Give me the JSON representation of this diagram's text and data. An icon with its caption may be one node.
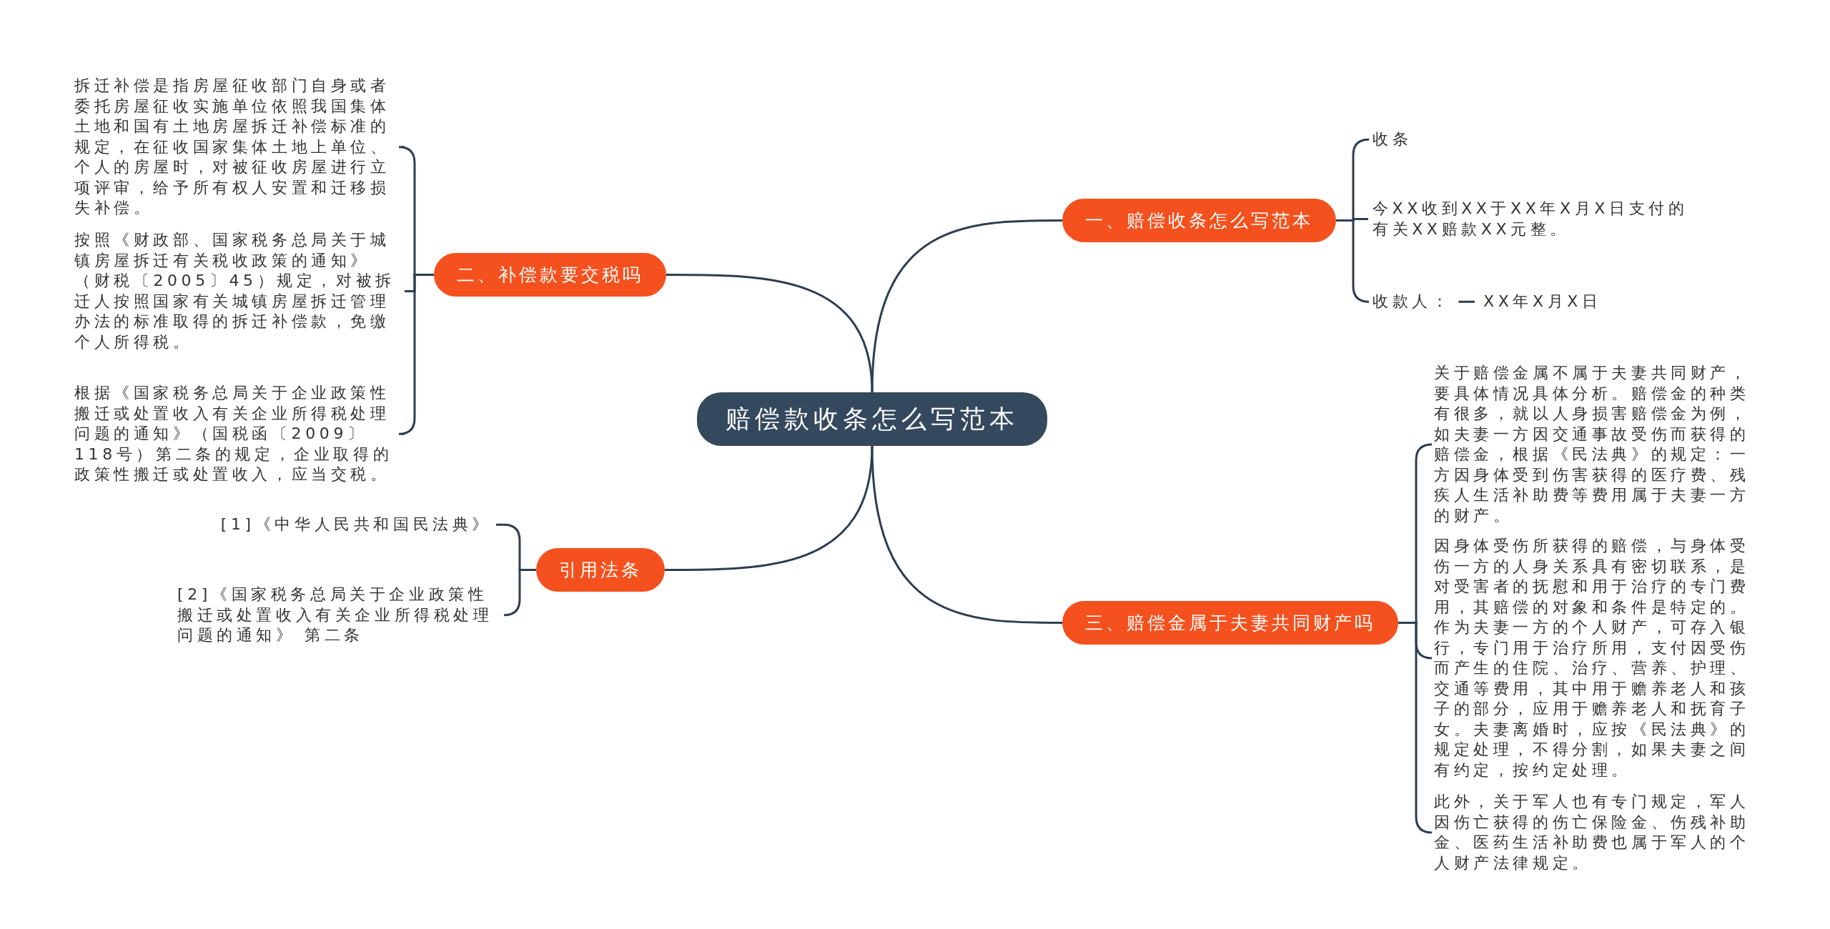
{
  "diagram": {
    "nodes": [
      {
        "text": [
          "赔偿款收条怎么写范本"
        ]
      },
      {
        "text": [
          "一、赔偿收条怎么写范本"
        ]
      },
      {
        "text": [
          "收条"
        ]
      },
      {
        "text": [
          "今XX收到XX于XX年X月X日支付的有关XX赔款XX元整。"
        ]
      },
      {
        "text": [
          "收款人："
        ]
      },
      {
        "text": [
          "XX年X月X日"
        ]
      },
      {
        "text": [
          "二、补偿款要交税吗"
        ]
      },
      {
        "text": [
          "拆迁补偿是指房屋征收部门自身或者委托房屋征收实施单位依照我国集体土地和国有土地房屋拆迁补偿标准的规定，在征收国家集体土地上单位、个人的房屋时，对被征收房屋进行立项评审，给予所有权人安置和迁移损失补偿。"
        ]
      },
      {
        "text": [
          "按照《财政部、国家税务总局关于城镇房屋拆迁有关税收政策的通知》（财税〔2005〕45）规定，对被拆迁人按照国家有关城镇房屋拆迁管理办法的标准取得的拆迁补偿款，免缴个人所得税。"
        ]
      },
      {
        "text": [
          "根据《国家税务总局关于企业政策性搬迁或处置收入有关企业所得税处理问题的通知》（国税函〔2009〕118号）第二条的规定，企业取得的政策性搬迁或处置收入，应当交税。"
        ]
      },
      {
        "text": [
          "三、赔偿金属于夫妻共同财产吗"
        ]
      },
      {
        "text": [
          "关于赔偿金属不属于夫妻共同财产，要具体情况具体分析。赔偿金的种类有很多，就以人身损害赔偿金为例，如夫妻一方因交通事故受伤而获得的赔偿金，根据《民法典》的规定：一方因身体受到伤害获得的医疗费、残疾人生活补助费等费用属于夫妻一方的财产。"
        ]
      },
      {
        "text": [
          "因身体受伤所获得的赔偿，与身体受伤一方的人身关系具有密切联系，是对受害者的抚慰和用于治疗的专门费用，其赔偿的对象和条件是特定的。作为夫妻一方的个人财产，可存入银行，专门用于治疗所用，支付因受伤而产生的住院、治疗、营养、护理、交通等费用，其中用于赡养老人和孩子的部分，应用于赡养老人和抚育子女。夫妻离婚时，应按《民法典》的规定处理，不得分割，如果夫妻之间有约定，按约定处理。"
        ]
      },
      {
        "text": [
          "此外，关于军人也有专门规定，军人因伤亡获得的伤亡保险金、伤残补助金、医药生活补助费也属于军人的个人财产法律规定。"
        ]
      },
      {
        "text": [
          "引用法条"
        ]
      },
      {
        "text": [
          "[1]《中华人民共和国民法典》"
        ]
      },
      {
        "text": [
          "[2]《国家税务总局关于企业政策性搬迁或处置收入有关企业所得税处理问题的通知》 第二条"
        ]
      }
    ],
    "edges": [
      {
        "from": 0,
        "to": 1,
        "arrow": "none"
      },
      {
        "from": 1,
        "to": 2,
        "arrow": "none"
      },
      {
        "from": 1,
        "to": 3,
        "arrow": "none"
      },
      {
        "from": 1,
        "to": 4,
        "arrow": "none"
      },
      {
        "from": 4,
        "to": 5,
        "arrow": "none"
      },
      {
        "from": 0,
        "to": 6,
        "arrow": "none"
      },
      {
        "from": 6,
        "to": 7,
        "arrow": "none"
      },
      {
        "from": 6,
        "to": 8,
        "arrow": "none"
      },
      {
        "from": 6,
        "to": 9,
        "arrow": "none"
      },
      {
        "from": 0,
        "to": 10,
        "arrow": "none"
      },
      {
        "from": 10,
        "to": 11,
        "arrow": "none"
      },
      {
        "from": 10,
        "to": 12,
        "arrow": "none"
      },
      {
        "from": 10,
        "to": 13,
        "arrow": "none"
      },
      {
        "from": 0,
        "to": 14,
        "arrow": "none"
      },
      {
        "from": 14,
        "to": 15,
        "arrow": "none"
      },
      {
        "from": 14,
        "to": 16,
        "arrow": "none"
      }
    ]
  }
}
